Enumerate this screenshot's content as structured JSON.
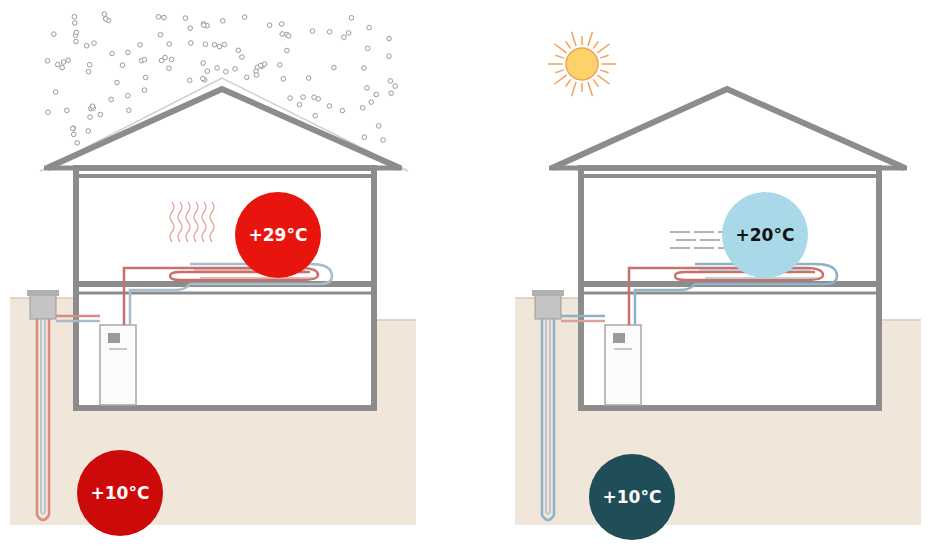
{
  "diagram": {
    "nodes": [
      {
        "text": [
          "+29°C"
        ]
      },
      {
        "text": [
          "+20°C"
        ]
      },
      {
        "text": [
          "+10°C"
        ]
      },
      {
        "text": [
          "+10°C"
        ]
      }
    ]
  }
}
